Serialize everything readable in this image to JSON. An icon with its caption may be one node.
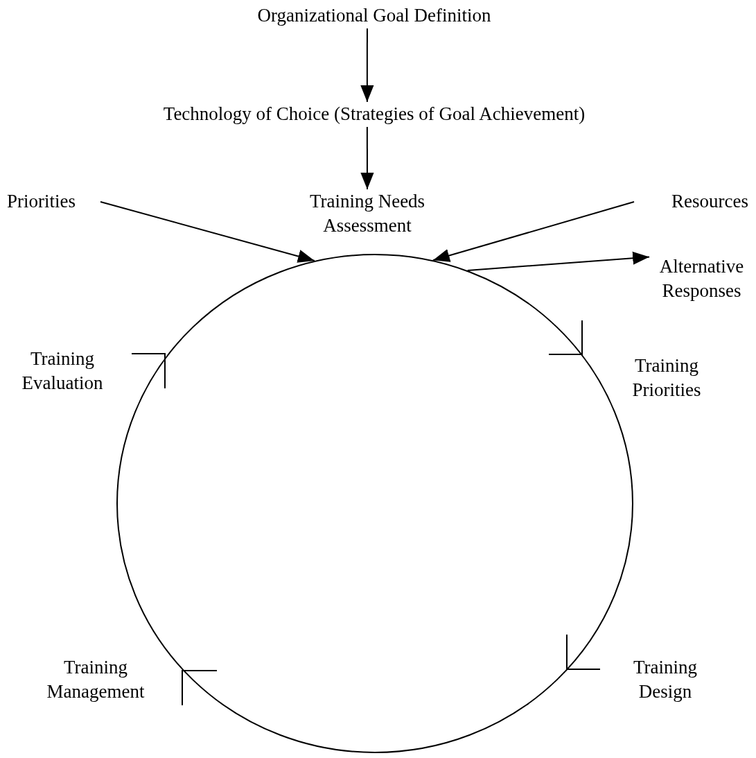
{
  "diagram": {
    "nodes": [
      {
        "text": [
          "Organizational Goal Definition"
        ]
      },
      {
        "text": [
          "Technology of Choice (Strategies of Goal Achievement)"
        ]
      },
      {
        "text": [
          "Priorities"
        ]
      },
      {
        "text": [
          "Training Needs Assessment"
        ]
      },
      {
        "text": [
          "Resources"
        ]
      },
      {
        "text": [
          "Alternative Responses"
        ]
      },
      {
        "text": [
          "Training Evaluation"
        ]
      },
      {
        "text": [
          "Training Priorities"
        ]
      },
      {
        "text": [
          "Training Design"
        ]
      },
      {
        "text": [
          "Training Management"
        ]
      },
      {
        "text": [],
        "shape": "circle"
      }
    ],
    "edges": [
      {
        "from": 0,
        "to": 1,
        "arrow": "to"
      },
      {
        "from": 1,
        "to": 3,
        "arrow": "to"
      },
      {
        "from": 2,
        "to": 10,
        "arrow": "to"
      },
      {
        "from": 4,
        "to": 10,
        "arrow": "to"
      },
      {
        "from": 10,
        "to": 5,
        "arrow": "to"
      }
    ]
  }
}
